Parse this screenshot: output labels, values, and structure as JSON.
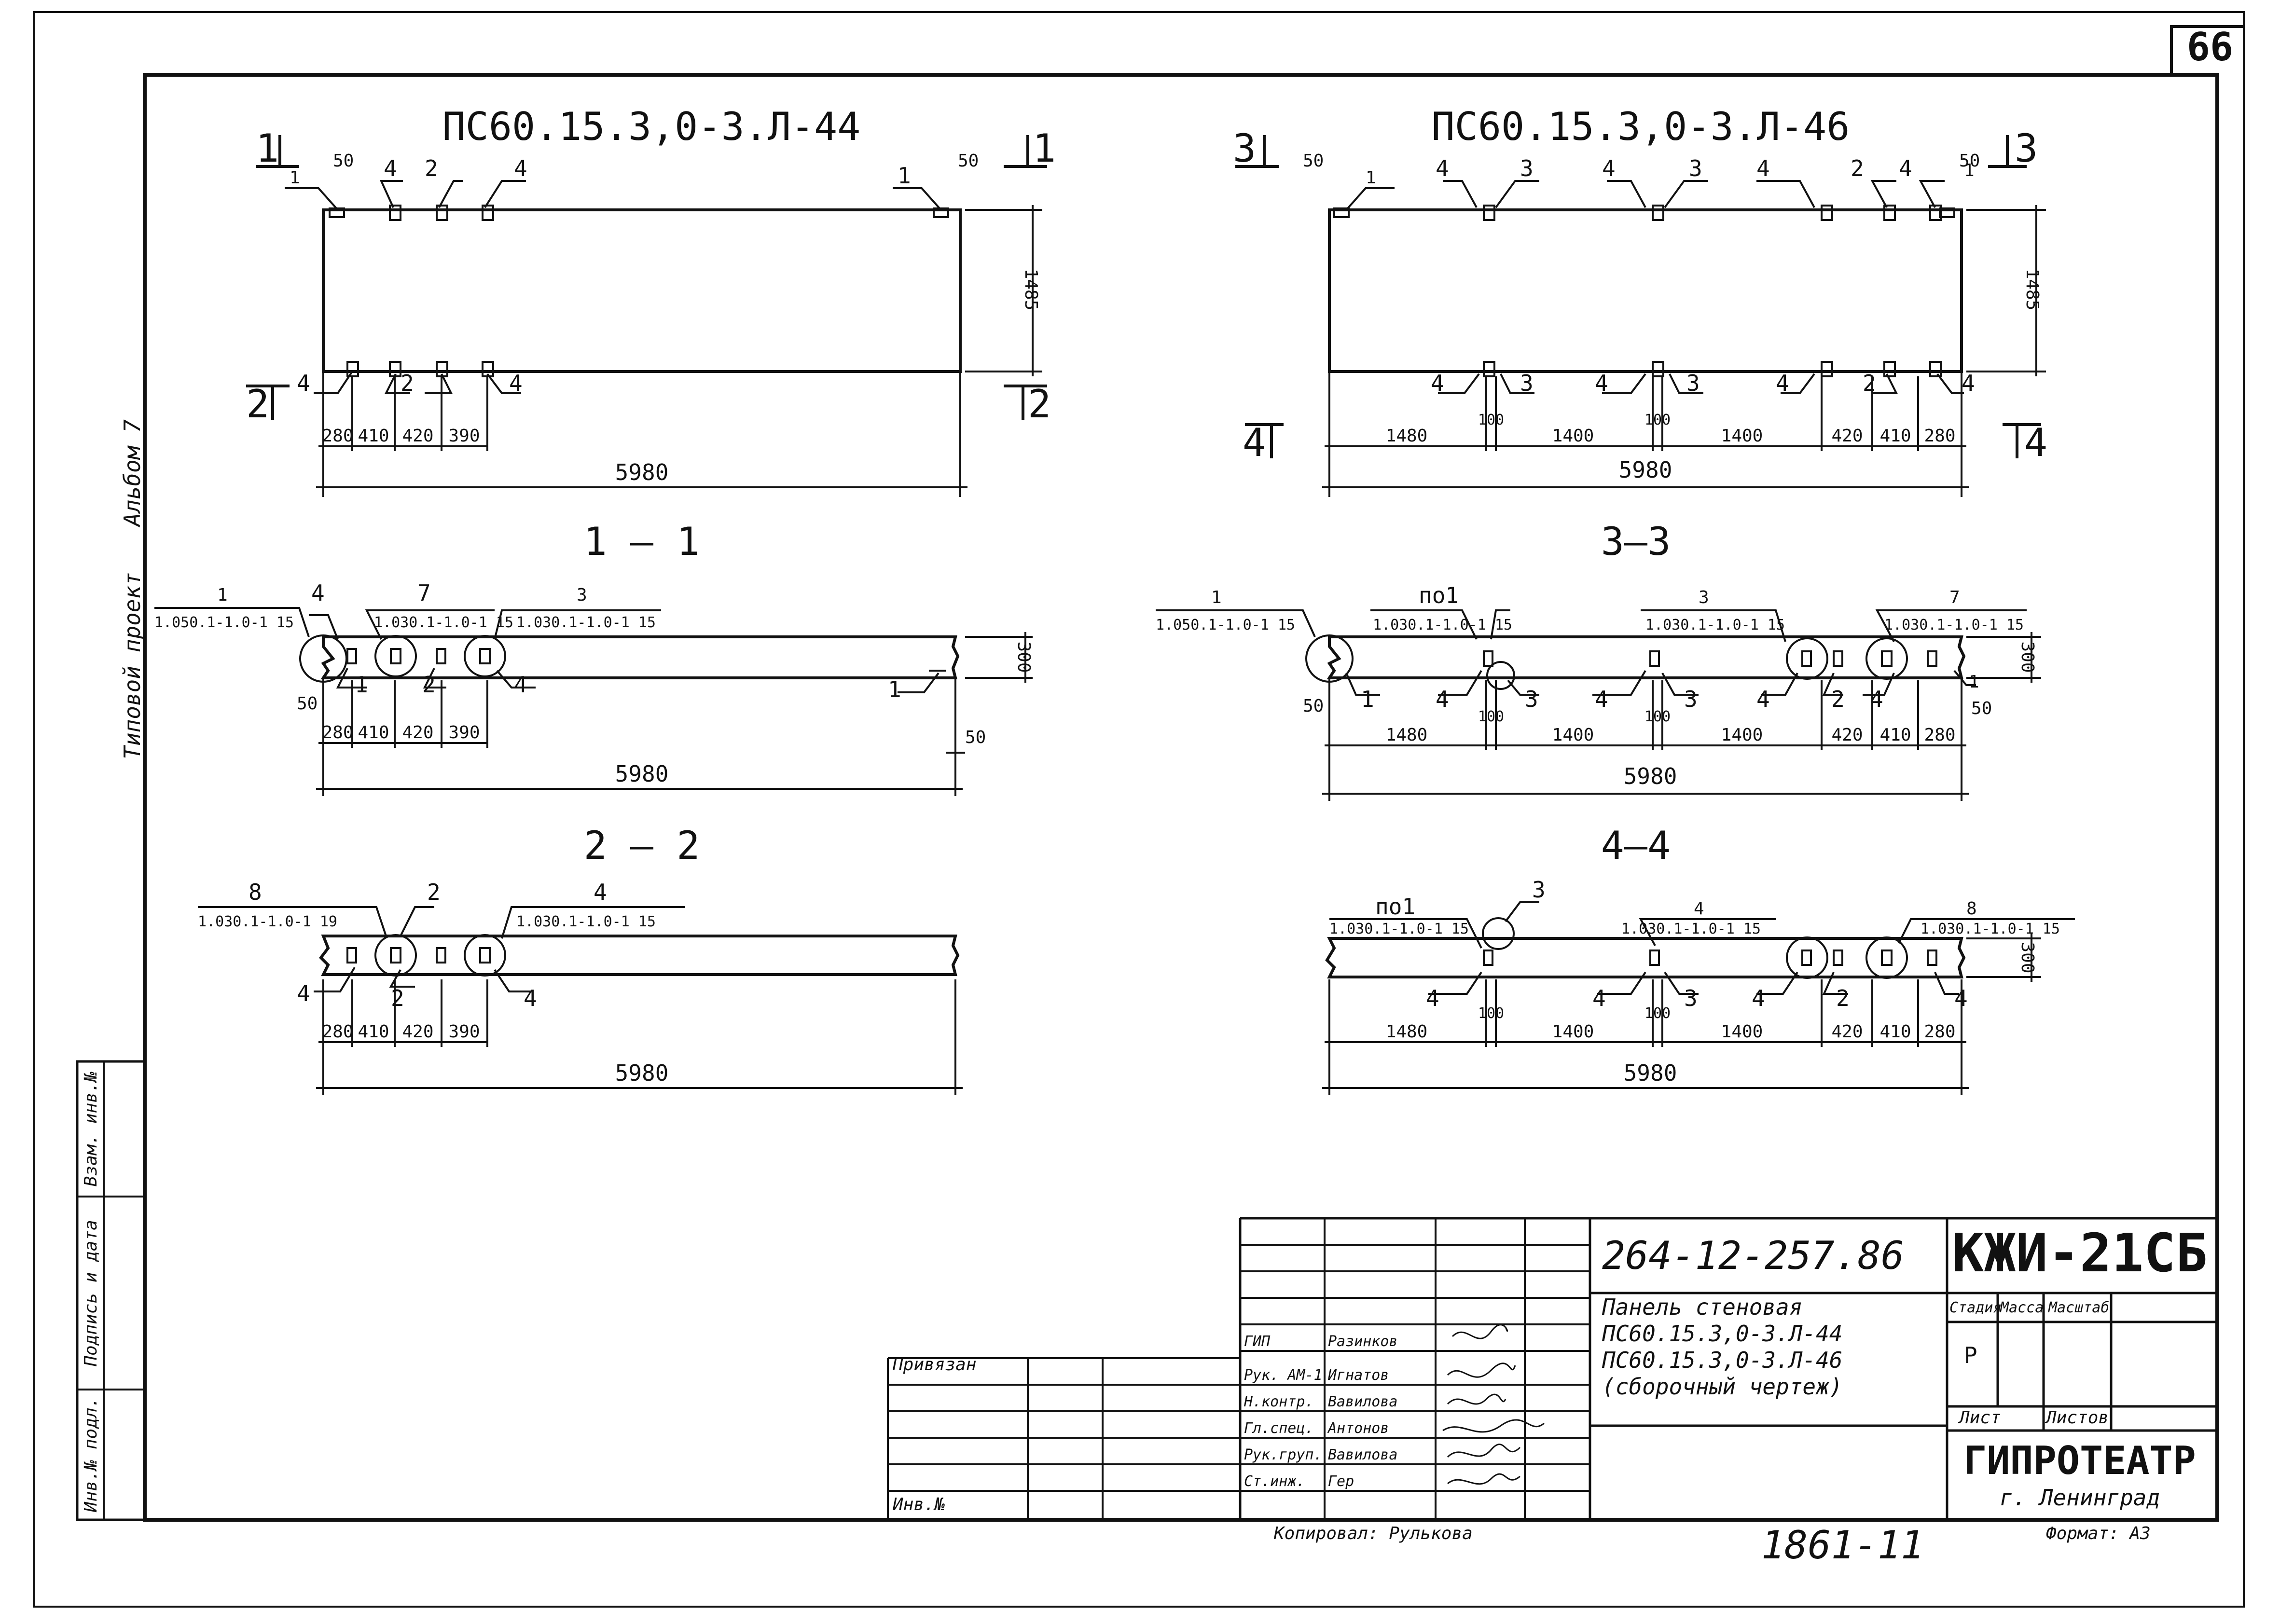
{
  "sheet": {
    "page_number": "66",
    "side_album": "Альбом 7",
    "side_project": "Типовой проект",
    "side_stamp": [
      "Инв.№ подл.",
      "Подпись и дата",
      "Взам. инв.№"
    ],
    "copied_by": "Копировал: Рулькова",
    "format": "Формат: А3",
    "order_no": "1861-11"
  },
  "views": {
    "plan_left": {
      "title": "ПС60.15.3,0-3.Л-44",
      "total": "5980",
      "height": "1485",
      "edge": "50",
      "cuts": [
        "1",
        "1",
        "2",
        "2"
      ],
      "positions": [
        "1",
        "4",
        "2",
        "4",
        "1",
        "4",
        "2",
        "4"
      ],
      "dims": [
        "280",
        "410",
        "420",
        "390"
      ]
    },
    "plan_right": {
      "title": "ПС60.15.3,0-3.Л-46",
      "total": "5980",
      "height": "1485",
      "edge": "50",
      "cuts": [
        "3",
        "3",
        "4",
        "4"
      ],
      "positions": [
        "1",
        "4",
        "3",
        "4",
        "3",
        "4",
        "2",
        "4",
        "1",
        "4",
        "3",
        "4",
        "3",
        "4",
        "2",
        "4"
      ],
      "dims": [
        "1480",
        "100",
        "1400",
        "100",
        "1400",
        "420",
        "410",
        "280"
      ]
    },
    "section_1_1": {
      "title": "1 — 1",
      "labels": [
        "1",
        "4",
        "7",
        "3"
      ],
      "codes": [
        "1.050.1-1.0-1 15",
        "1.030.1-1.0-1 15",
        "1.030.1-1.0-1 15"
      ],
      "subs": [
        "1",
        "2",
        "4",
        "1"
      ],
      "edge": "50",
      "height": "300",
      "dims": [
        "280",
        "410",
        "420",
        "390"
      ],
      "total": "5980"
    },
    "section_2_2": {
      "title": "2 — 2",
      "labels": [
        "8",
        "2",
        "4"
      ],
      "codes": [
        "1.030.1-1.0-1 19",
        "1.030.1-1.0-1 15"
      ],
      "subs": [
        "4",
        "2",
        "4"
      ],
      "dims": [
        "280",
        "410",
        "420",
        "390"
      ],
      "total": "5980"
    },
    "section_3_3": {
      "title": "3—3",
      "labels": [
        "1",
        "по1",
        "3",
        "7"
      ],
      "codes": [
        "1.050.1-1.0-1 15",
        "1.030.1-1.0-1 15",
        "1.030.1-1.0-1 15",
        "1.030.1-1.0-1 15"
      ],
      "subs": [
        "1",
        "4",
        "3",
        "4",
        "3",
        "4",
        "2",
        "4",
        "1"
      ],
      "edge": "50",
      "height": "300",
      "dims": [
        "1480",
        "100",
        "1400",
        "100",
        "1400",
        "420",
        "410",
        "280"
      ],
      "total": "5980"
    },
    "section_4_4": {
      "title": "4—4",
      "labels": [
        "по1",
        "3",
        "4",
        "8"
      ],
      "codes": [
        "1.030.1-1.0-1 15",
        "1.030.1-1.0-1 15",
        "1.030.1-1.0-1 15"
      ],
      "subs": [
        "4",
        "4",
        "3",
        "4",
        "2",
        "4"
      ],
      "height": "300",
      "dims": [
        "1480",
        "100",
        "1400",
        "100",
        "1400",
        "420",
        "410",
        "280"
      ],
      "total": "5980"
    }
  },
  "title_block": {
    "designation": "264-12-257.86",
    "code": "КЖИ-21СБ",
    "name_lines": [
      "Панель стеновая",
      "ПС60.15.3,0-3.Л-44",
      "ПС60.15.3,0-3.Л-46",
      "(сборочный чертеж)"
    ],
    "stage_label": "Стадия",
    "mass_label": "Масса",
    "scale_label": "Масштаб",
    "stage_value": "Р",
    "sheet_label": "Лист",
    "sheets_label": "Листов",
    "org": "ГИПРОТЕАТР",
    "city": "г. Ленинград",
    "bound": "Привязан",
    "inv_label": "Инв.№",
    "signatures": [
      {
        "role": "ГИП",
        "name": "Разинков"
      },
      {
        "role": "Рук. АМ-1",
        "name": "Игнатов"
      },
      {
        "role": "Н.контр.",
        "name": "Вавилова"
      },
      {
        "role": "Гл.спец.",
        "name": "Антонов"
      },
      {
        "role": "Рук.груп.",
        "name": "Вавилова"
      },
      {
        "role": "Ст.инж.",
        "name": "Гер"
      }
    ]
  }
}
